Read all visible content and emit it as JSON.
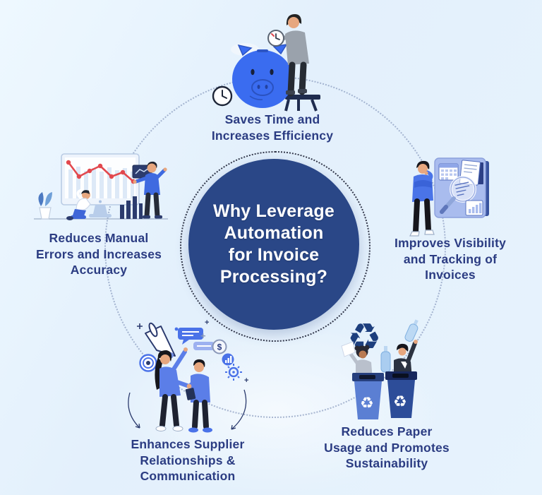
{
  "center": {
    "lines": [
      "Why Leverage",
      "Automation",
      "for Invoice",
      "Processing?"
    ]
  },
  "items": [
    {
      "id": "saves-time",
      "illustration": "person-coin-piggy-bank-clock",
      "lines": [
        "Saves Time and",
        "Increases Efficiency"
      ]
    },
    {
      "id": "reduces-errors",
      "illustration": "monitor-declining-chart-two-people",
      "lines": [
        "Reduces Manual",
        "Errors and Increases",
        "Accuracy"
      ]
    },
    {
      "id": "improves-visibility",
      "illustration": "person-board-magnifier-invoice",
      "lines": [
        "Improves Visibility",
        "and Tracking of",
        "Invoices"
      ]
    },
    {
      "id": "enhances-supplier",
      "illustration": "two-people-handshake-communication-icons",
      "lines": [
        "Enhances Supplier",
        "Relationships &",
        "Communication"
      ]
    },
    {
      "id": "reduces-paper",
      "illustration": "recycling-bins-people-bottles",
      "lines": [
        "Reduces Paper",
        "Usage and Promotes",
        "Sustainability"
      ]
    }
  ],
  "glyphs": {
    "dollar": "$",
    "recycle": "♻",
    "plus": "+"
  },
  "colors": {
    "background": "#e7f3fd",
    "center_circle": "#2a4787",
    "center_text": "#ffffff",
    "caption_text": "#2b3c82",
    "dotted_ring": "#33384a",
    "outer_circle": "#8fa0c2",
    "accent_blue": "#3a6cf0",
    "illustration_blue": "#4a72e8",
    "chart_line_red": "#e2484e",
    "bin_left_blue": "#5b7fd3",
    "bin_right_blue": "#2d4d99",
    "navy": "#24335c"
  }
}
